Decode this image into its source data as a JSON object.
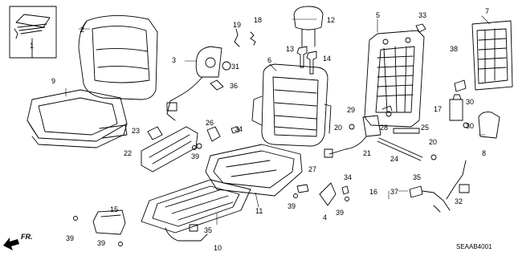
{
  "diagram": {
    "part_numbers": [
      "1",
      "2",
      "3",
      "4",
      "5",
      "6",
      "7",
      "8",
      "9",
      "10",
      "11",
      "12",
      "13",
      "14",
      "15",
      "16",
      "17",
      "18",
      "19",
      "20",
      "20",
      "21",
      "22",
      "23",
      "24",
      "25",
      "26",
      "27",
      "28",
      "29",
      "30",
      "30",
      "31",
      "32",
      "33",
      "34",
      "34",
      "35",
      "35",
      "36",
      "37",
      "38",
      "39",
      "39",
      "39",
      "39",
      "39"
    ],
    "direction_label": "FR.",
    "reference_code": "SEAAB4001"
  }
}
